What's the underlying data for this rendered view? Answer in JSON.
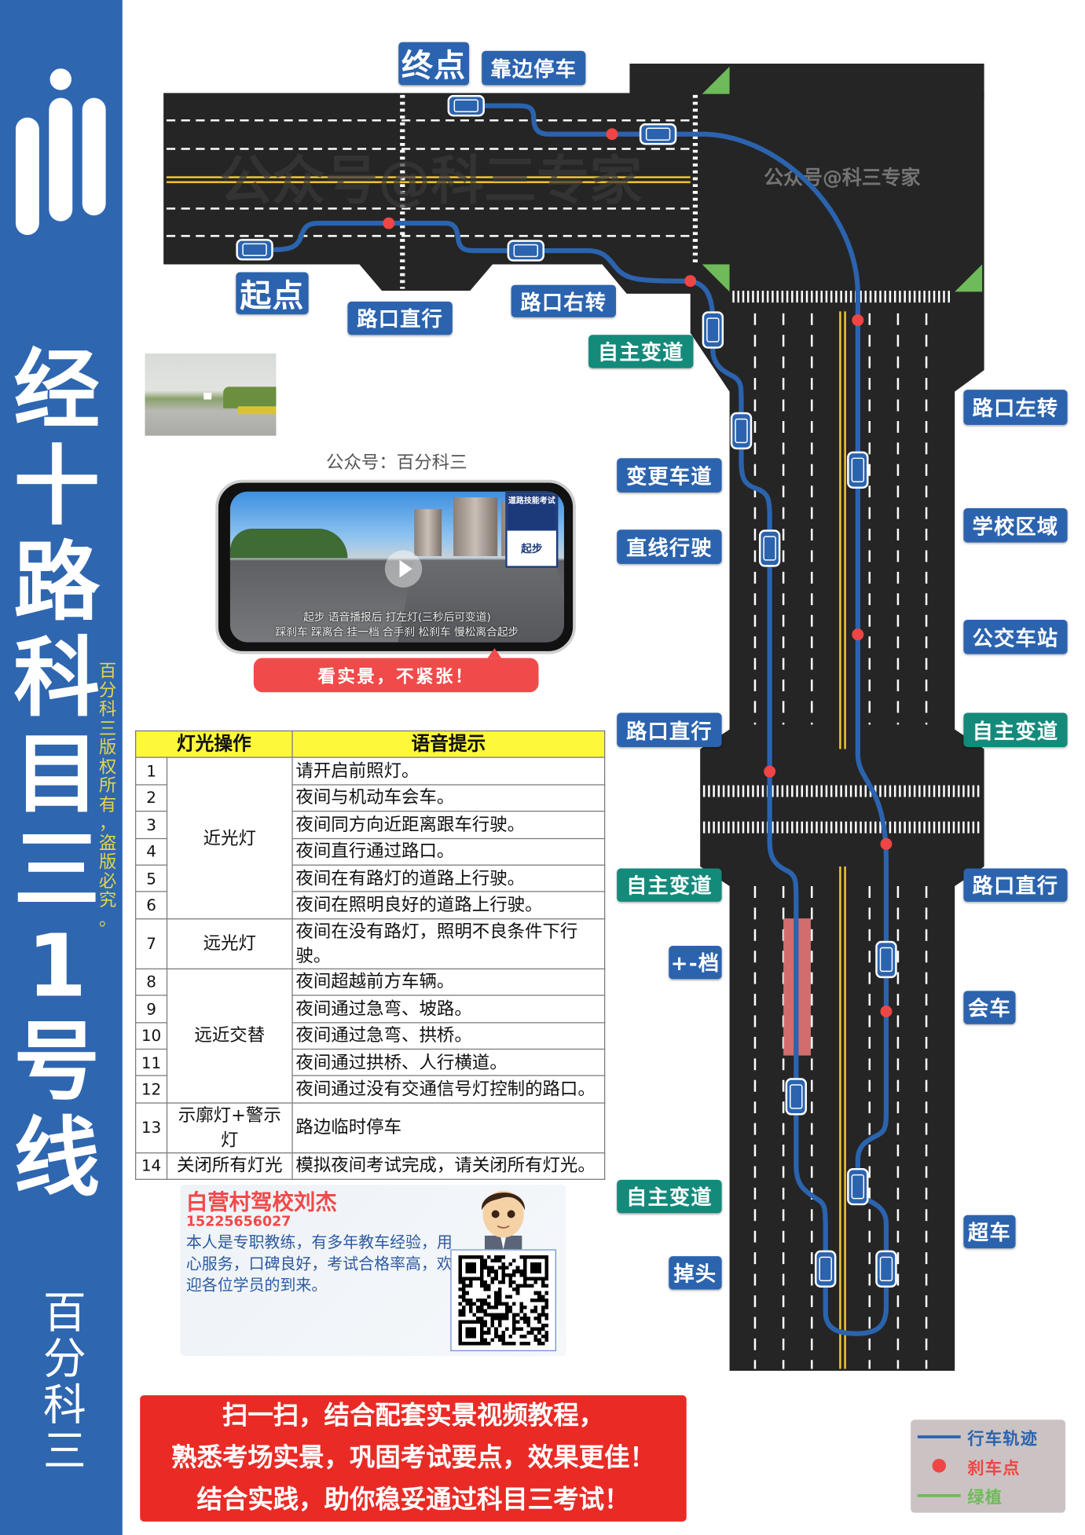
{
  "sidebar": {
    "title_chars": [
      "经",
      "十",
      "路",
      "科",
      "目",
      "三",
      "1",
      "号",
      "线"
    ],
    "copyright_chars": [
      "百",
      "分",
      "科",
      "三",
      "版",
      "权",
      "所",
      "有",
      "，",
      "盗",
      "版",
      "必",
      "究",
      "。"
    ],
    "brand_chars": [
      "百",
      "分",
      "科",
      "三"
    ],
    "logo_icon": "bars-with-dots-logo",
    "color": "#2f66b0"
  },
  "map": {
    "watermark": "公众号@科三专家",
    "labels": {
      "end": "终点",
      "pull_over": "靠边停车",
      "start": "起点",
      "straight_1": "路口直行",
      "right_turn": "路口右转",
      "lane_change_1": "自主变道",
      "left_turn": "路口左转",
      "change_lane": "变更车道",
      "school_zone": "学校区域",
      "straight_drive": "直线行驶",
      "bus_stop": "公交车站",
      "straight_2": "路口直行",
      "lane_change_2": "自主变道",
      "lane_change_3": "自主变道",
      "straight_3": "路口直行",
      "gear_shift": "+-档",
      "meeting": "会车",
      "lane_change_4": "自主变道",
      "overtake": "超车",
      "u_turn": "掉头"
    },
    "colors": {
      "route": "#2b63ae",
      "brake": "#f04545",
      "green": "#6fba5a",
      "road": "#252525",
      "center_line": "#f2c530"
    }
  },
  "video": {
    "caption": "公众号：百分科三",
    "sign_top": "道路技能考试",
    "sign_bottom": "起步",
    "subtitle_1": "起步  语音播报后  打左灯(三秒后可变道)",
    "subtitle_2": "踩刹车  踩离合  挂一档  合手刹  松刹车  慢松离合起步",
    "banner": "看实景，不紧张！"
  },
  "table": {
    "headers": [
      "灯光操作",
      "语音提示"
    ],
    "groups": [
      {
        "op": "近光灯",
        "items": [
          {
            "n": "1",
            "text": "请开启前照灯。"
          },
          {
            "n": "2",
            "text": "夜间与机动车会车。"
          },
          {
            "n": "3",
            "text": "夜间同方向近距离跟车行驶。"
          },
          {
            "n": "4",
            "text": "夜间直行通过路口。"
          },
          {
            "n": "5",
            "text": "夜间在有路灯的道路上行驶。"
          },
          {
            "n": "6",
            "text": "夜间在照明良好的道路上行驶。"
          }
        ]
      },
      {
        "op": "远光灯",
        "items": [
          {
            "n": "7",
            "text": "夜间在没有路灯，照明不良条件下行驶。"
          }
        ]
      },
      {
        "op": "远近交替",
        "items": [
          {
            "n": "8",
            "text": "夜间超越前方车辆。"
          },
          {
            "n": "9",
            "text": "夜间通过急弯、坡路。"
          },
          {
            "n": "10",
            "text": "夜间通过急弯、拱桥。"
          },
          {
            "n": "11",
            "text": "夜间通过拱桥、人行横道。"
          },
          {
            "n": "12",
            "text": "夜间通过没有交通信号灯控制的路口。"
          }
        ]
      },
      {
        "op": "示廓灯+警示灯",
        "items": [
          {
            "n": "13",
            "text": "路边临时停车"
          }
        ]
      },
      {
        "op": "关闭所有灯光",
        "items": [
          {
            "n": "14",
            "text": "模拟夜间考试完成，请关闭所有灯光。"
          }
        ]
      }
    ]
  },
  "coach": {
    "name": "白营村驾校刘杰",
    "phone": "15225656027",
    "description": "本人是专职教练，有多年教车经验，用心服务，口碑良好，考试合格率高，欢迎各位学员的到来。"
  },
  "cta": {
    "lines": [
      "扫一扫，结合配套实景视频教程，",
      "熟悉考场实景，巩固考试要点，效果更佳！",
      "结合实践，助你稳妥通过科目三考试！"
    ]
  },
  "legend": {
    "items": [
      {
        "label": "行车轨迹",
        "color": "#2b63ae"
      },
      {
        "label": "刹车点",
        "color": "#f04545"
      },
      {
        "label": "绿植",
        "color": "#6fba5a"
      }
    ]
  }
}
